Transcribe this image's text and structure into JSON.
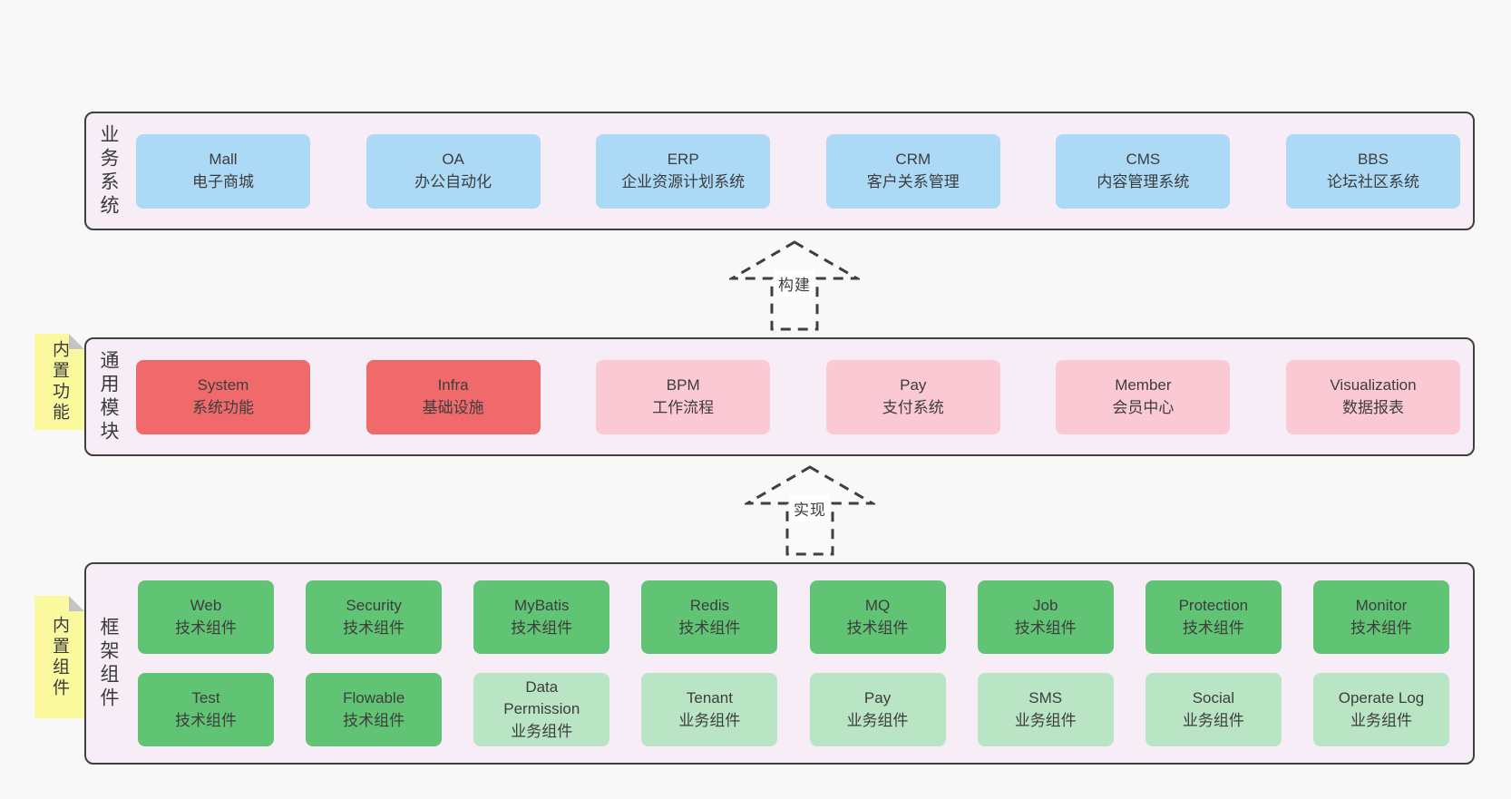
{
  "palette": {
    "background": "#f8f8f8",
    "band-bg": "#f7edf6",
    "border": "#3f3f3f",
    "text": "#3d3d3d",
    "blue": "#abd9f6",
    "red": "#f16a6b",
    "pink": "#fbc9d3",
    "green": "#60c474",
    "green-light": "#b9e5c4",
    "sticky": "#fbf99e"
  },
  "arrows": [
    {
      "label": "构建"
    },
    {
      "label": "实现"
    }
  ],
  "bands": [
    {
      "id": "business-systems",
      "label": "业务系统",
      "boxes": [
        {
          "name": "Mall",
          "desc": "电子商城",
          "variant": "blue"
        },
        {
          "name": "OA",
          "desc": "办公自动化",
          "variant": "blue"
        },
        {
          "name": "ERP",
          "desc": "企业资源计划系统",
          "variant": "blue"
        },
        {
          "name": "CRM",
          "desc": "客户关系管理",
          "variant": "blue"
        },
        {
          "name": "CMS",
          "desc": "内容管理系统",
          "variant": "blue"
        },
        {
          "name": "BBS",
          "desc": "论坛社区系统",
          "variant": "blue"
        }
      ]
    },
    {
      "id": "common-modules",
      "label": "通用模块",
      "sticky": "内置功能",
      "boxes": [
        {
          "name": "System",
          "desc": "系统功能",
          "variant": "red"
        },
        {
          "name": "Infra",
          "desc": "基础设施",
          "variant": "red"
        },
        {
          "name": "BPM",
          "desc": "工作流程",
          "variant": "pink"
        },
        {
          "name": "Pay",
          "desc": "支付系统",
          "variant": "pink"
        },
        {
          "name": "Member",
          "desc": "会员中心",
          "variant": "pink"
        },
        {
          "name": "Visualization",
          "desc": "数据报表",
          "variant": "pink"
        }
      ]
    },
    {
      "id": "framework-components",
      "label": "框架组件",
      "sticky": "内置组件",
      "rows": [
        [
          {
            "name": "Web",
            "desc": "技术组件",
            "variant": "green"
          },
          {
            "name": "Security",
            "desc": "技术组件",
            "variant": "green"
          },
          {
            "name": "MyBatis",
            "desc": "技术组件",
            "variant": "green"
          },
          {
            "name": "Redis",
            "desc": "技术组件",
            "variant": "green"
          },
          {
            "name": "MQ",
            "desc": "技术组件",
            "variant": "green"
          },
          {
            "name": "Job",
            "desc": "技术组件",
            "variant": "green"
          },
          {
            "name": "Protection",
            "desc": "技术组件",
            "variant": "green"
          },
          {
            "name": "Monitor",
            "desc": "技术组件",
            "variant": "green"
          }
        ],
        [
          {
            "name": "Test",
            "desc": "技术组件",
            "variant": "green"
          },
          {
            "name": "Flowable",
            "desc": "技术组件",
            "variant": "green"
          },
          {
            "name": "Data Permission",
            "desc": "业务组件",
            "variant": "green-light"
          },
          {
            "name": "Tenant",
            "desc": "业务组件",
            "variant": "green-light"
          },
          {
            "name": "Pay",
            "desc": "业务组件",
            "variant": "green-light"
          },
          {
            "name": "SMS",
            "desc": "业务组件",
            "variant": "green-light"
          },
          {
            "name": "Social",
            "desc": "业务组件",
            "variant": "green-light"
          },
          {
            "name": "Operate Log",
            "desc": "业务组件",
            "variant": "green-light"
          }
        ]
      ]
    }
  ]
}
